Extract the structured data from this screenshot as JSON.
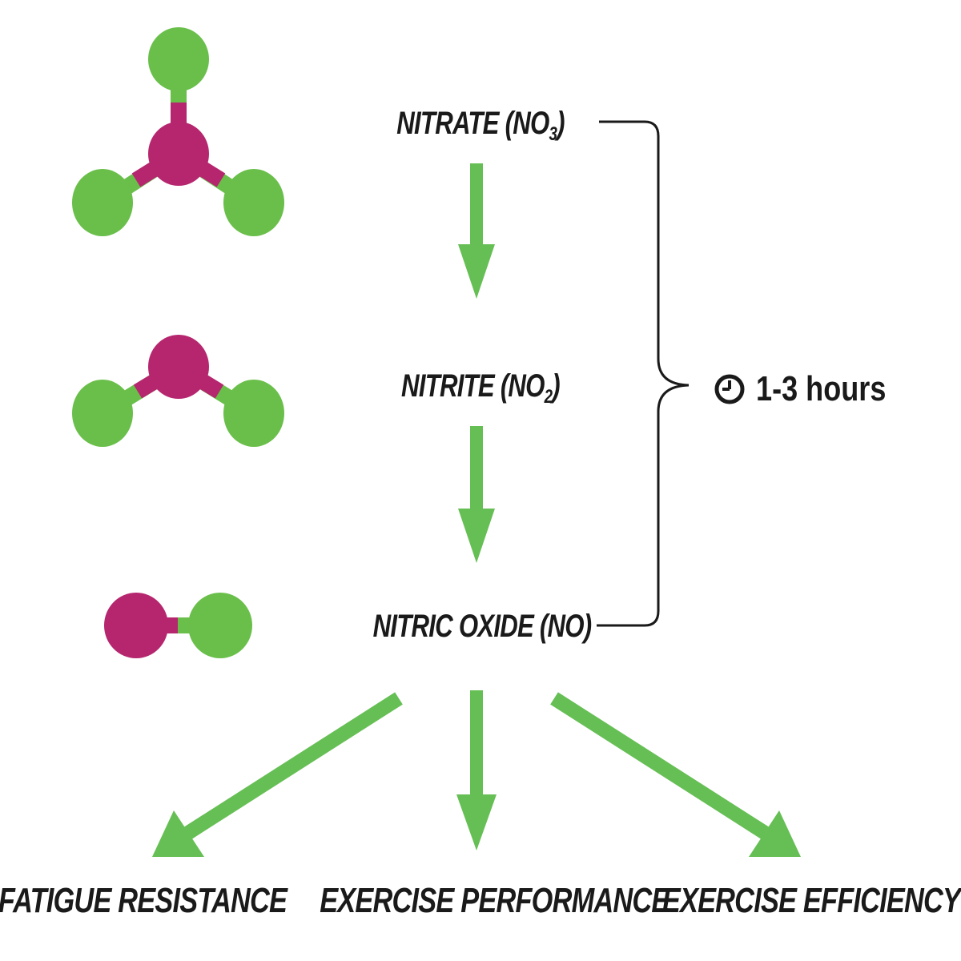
{
  "colors": {
    "oxygen_atom": "#6abf4b",
    "nitrogen_atom": "#b5266f",
    "arrow": "#66bf55",
    "bracket": "#1a1a1a",
    "text": "#1a1a1a"
  },
  "species": [
    {
      "name": "NITRATE (NO",
      "subscript": "3",
      "close": ")",
      "molecule": "nitrate-molecule"
    },
    {
      "name": "NITRITE (NO",
      "subscript": "2",
      "close": ")",
      "molecule": "nitrite-molecule"
    },
    {
      "name": "NITRIC OXIDE (NO)",
      "subscript": "",
      "close": "",
      "molecule": "nitric-oxide-molecule"
    }
  ],
  "timing": {
    "icon": "clock-icon",
    "label": "1-3 hours"
  },
  "effects": [
    "FATIGUE RESISTANCE",
    "EXERCISE PERFORMANCE",
    "EXERCISE EFFICIENCY"
  ]
}
